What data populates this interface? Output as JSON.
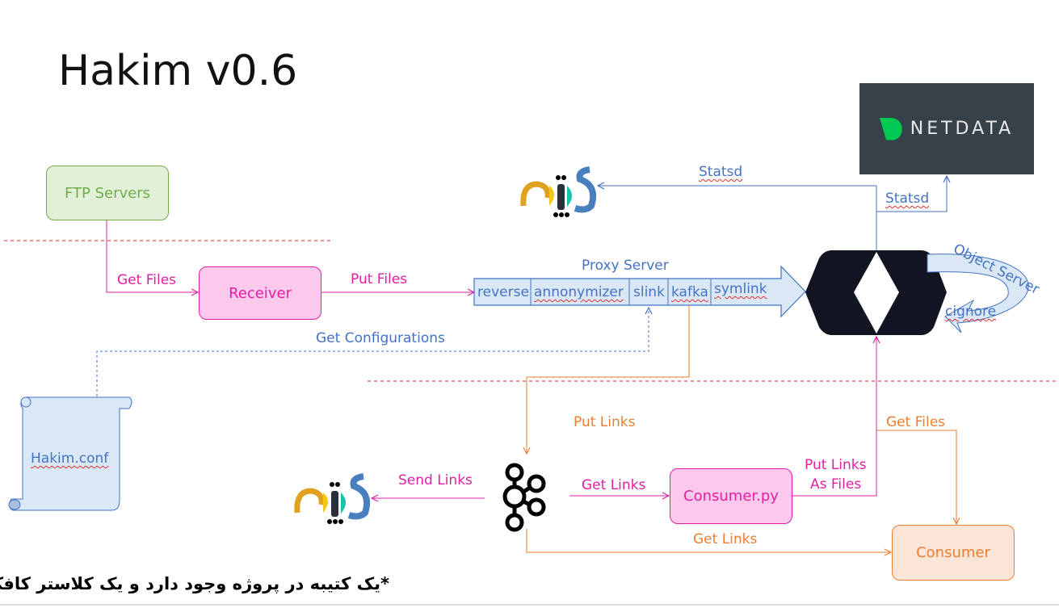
{
  "title": "Hakim v0.6",
  "nodes": {
    "ftp_servers": "FTP Servers",
    "receiver": "Receiver",
    "consumer_py": "Consumer.py",
    "consumer": "Consumer",
    "hakim_conf": "Hakim.conf",
    "netdata": "NETDATA",
    "proxy_server": "Proxy Server",
    "object_server": "Object Server",
    "object_server_note": "cignore"
  },
  "proxy_modules": [
    "reverse",
    "annonymizer",
    "slink",
    "kafka",
    "symlink"
  ],
  "edges": {
    "get_files_ftp": "Get Files",
    "put_files": "Put Files",
    "get_configurations": "Get Configurations",
    "statsd_katibeh": "Statsd",
    "statsd_netdata": "Statsd",
    "put_links": "Put Links",
    "send_links": "Send Links",
    "get_links_consumer_py": "Get Links",
    "put_links_as_files_1": "Put Links",
    "put_links_as_files_2": "As Files",
    "get_files_consumer": "Get Files",
    "get_links_consumer": "Get Links"
  },
  "logos": {
    "katibeh": "کتیبه"
  },
  "footnote": "*یک کتیبه در پروژه وجود دارد و یک کلاستر کافکا",
  "colors": {
    "blue": "#4472c4",
    "pink": "#e020a0",
    "orange": "#ed7d31",
    "green": "#70ad47",
    "netdata_bg": "#37414a",
    "netdata_green": "#00c853",
    "hex": "#111522"
  }
}
